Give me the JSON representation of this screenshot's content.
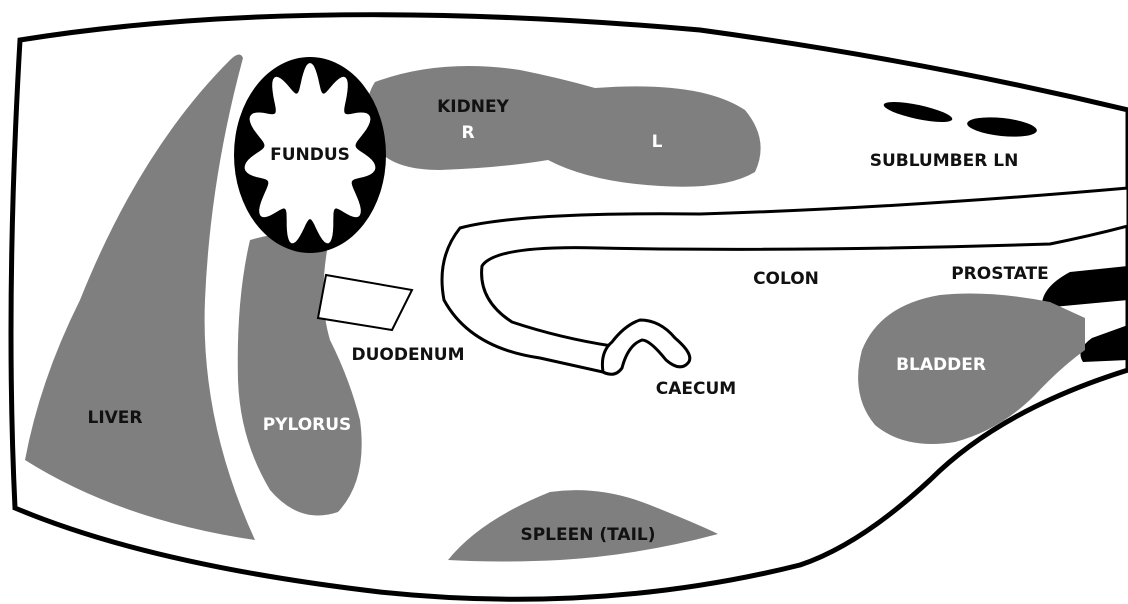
{
  "colors": {
    "organ_fill": "#7f7f7f",
    "outline": "#000000",
    "background": "#ffffff",
    "label_dark": "#111111",
    "label_light": "#ffffff"
  },
  "labels": {
    "liver": "LIVER",
    "fundus": "FUNDUS",
    "pylorus": "PYLORUS",
    "duodenum": "DUODENUM",
    "kidney": "KIDNEY",
    "kidney_right": "R",
    "kidney_left": "L",
    "sublumber_ln": "SUBLUMBER LN",
    "colon": "COLON",
    "caecum": "CAECUM",
    "prostate": "PROSTATE",
    "bladder": "BLADDER",
    "spleen_tail": "SPLEEN (TAIL)"
  }
}
